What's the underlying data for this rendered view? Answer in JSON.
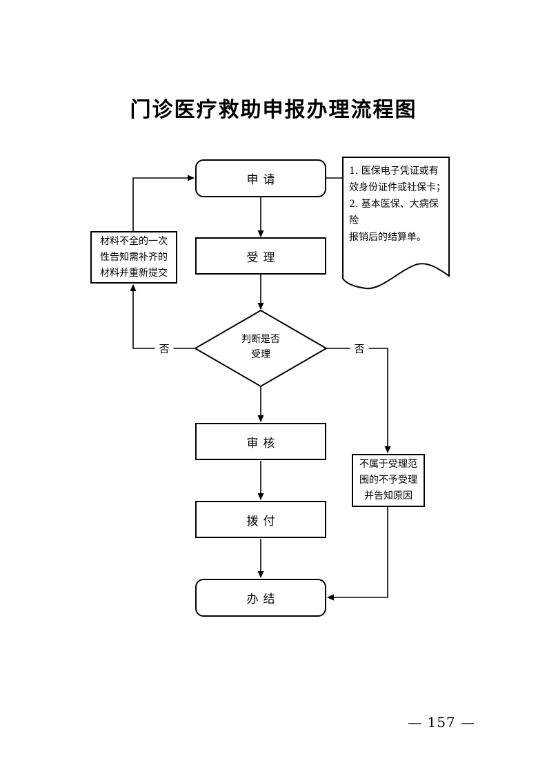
{
  "page": {
    "title": "门诊医疗救助申报办理流程图",
    "page_number": "— 157 —"
  },
  "flowchart": {
    "nodes": {
      "apply": "申请",
      "accept": "受理",
      "decision": "判断是否\n受理",
      "review": "审核",
      "disburse": "拨付",
      "complete": "办结",
      "materials_notice": "材料不全的一次\n性告知需补齐的\n材料并重新提交",
      "reject_notice": "不属于受理范\n围的不予受理\n并告知原因",
      "document_note": "1. 医保电子凭证或有\n效身份证件或社保卡；\n2. 基本医保、大病保险\n报销后的结算单。"
    },
    "branch_labels": {
      "no_left": "否",
      "no_right": "否"
    },
    "colors": {
      "line": "#000000",
      "background": "#ffffff"
    }
  }
}
